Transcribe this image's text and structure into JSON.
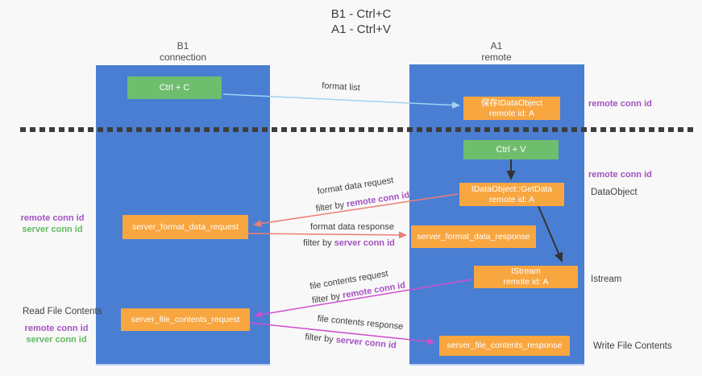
{
  "title": {
    "line1": "B1 - Ctrl+C",
    "line2": "A1 - Ctrl+V"
  },
  "lanes": {
    "left": {
      "title": "B1",
      "subtitle": "connection"
    },
    "right": {
      "title": "A1",
      "subtitle": "remote"
    }
  },
  "nodes": {
    "ctrl_c": {
      "label": "Ctrl + C"
    },
    "saved_dataobject": {
      "line1": "保存IDataObject",
      "line2": "remote id: A"
    },
    "ctrl_v": {
      "label": "Ctrl + V"
    },
    "getdata": {
      "line1": "IDataObject::GetData",
      "line2": "remote id: A"
    },
    "istream": {
      "line1": "IStream",
      "line2": "remote id: A"
    },
    "server_format_data_request": {
      "label": "server_format_data_request"
    },
    "server_format_data_response": {
      "label": "server_format_data_response"
    },
    "server_file_contents_request": {
      "label": "server_file_contents_request"
    },
    "server_file_contents_response": {
      "label": "server_file_contents_response"
    }
  },
  "flows": {
    "format_list": {
      "label": "format list"
    },
    "format_data_request": {
      "label": "format data request",
      "filter_prefix": "filter by ",
      "filter_id": "remote conn id"
    },
    "format_data_response": {
      "label": "format data response",
      "filter_prefix": "filter by ",
      "filter_id": "server conn id"
    },
    "file_contents_request": {
      "label": "file contents request",
      "filter_prefix": "filter by ",
      "filter_id": "remote conn id"
    },
    "file_contents_response": {
      "label": "file contents response",
      "filter_prefix": "filter by ",
      "filter_id": "server conn id"
    }
  },
  "annotations": {
    "right_remote_conn_top": "remote conn id",
    "right_remote_conn_mid": "remote conn id",
    "dataobject": "DataObject",
    "istream": "Istream",
    "write_file_contents": "Write File Contents",
    "read_file_contents": "Read File Contents",
    "left_top": {
      "remote": "remote conn id",
      "server": "server conn id"
    },
    "left_bottom": {
      "remote": "remote conn id",
      "server": "server conn id"
    }
  },
  "colors": {
    "lane_blue": "#4a7ed2",
    "node_green": "#6fbe6e",
    "node_orange": "#f7a640",
    "purple_id": "#a352c2",
    "green_id": "#62b862",
    "arrow_blue": "#9fd3f2",
    "arrow_salmon": "#ed7d75",
    "arrow_magenta": "#cf4fcf",
    "arrow_black": "#333333",
    "divider": "#3d3d3d",
    "background": "#f8f8f8"
  }
}
